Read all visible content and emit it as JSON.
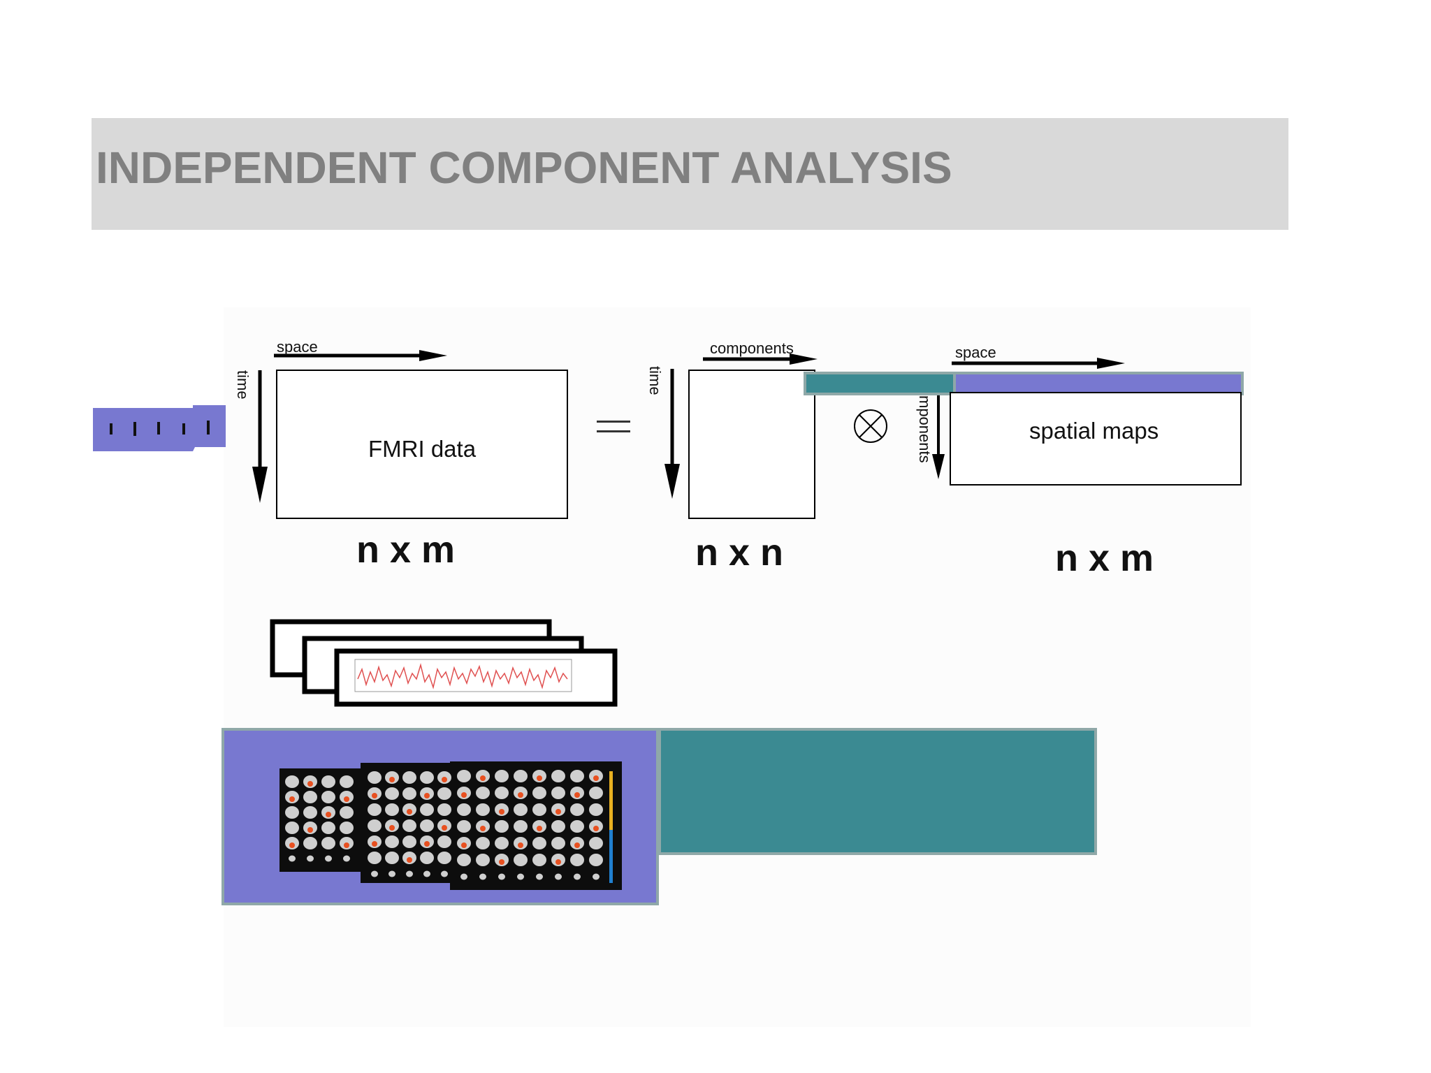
{
  "slide": {
    "title": "INDEPENDENT COMPONENT ANALYSIS"
  },
  "colors": {
    "header_band": "#d9d9d9",
    "title_text": "#808080",
    "purple_highlight": "#7878d0",
    "teal_highlight": "#3b8a92",
    "line": "#000000",
    "timecourse": "#e05050",
    "activation": "#e85020"
  },
  "diagram": {
    "fmri_block": {
      "axis_top": "space",
      "axis_left": "time",
      "box_label": "FMRI data",
      "dims": "n x m"
    },
    "equals_sign": "=",
    "mixing_block": {
      "axis_top": "components",
      "axis_left": "time",
      "dims": "n x n"
    },
    "operator_icon": "circled-times",
    "maps_block": {
      "axis_top": "space",
      "axis_left": "mponents",
      "box_label": "spatial maps",
      "dims": "n x m"
    }
  }
}
